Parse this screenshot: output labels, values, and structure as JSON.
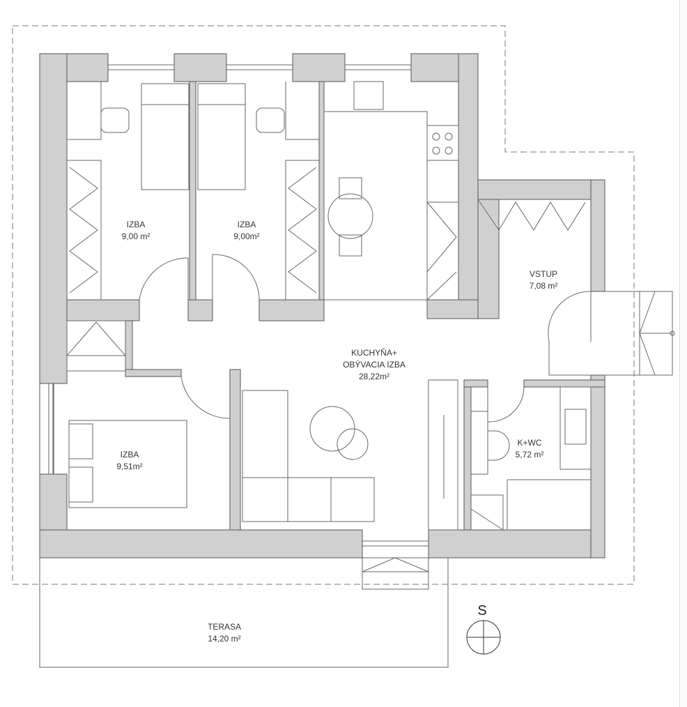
{
  "rooms": [
    {
      "name": "IZBA",
      "area": "9,00 m²"
    },
    {
      "name": "IZBA",
      "area": "9,00m²"
    },
    {
      "name": "KUCHYŇA+",
      "name2": "OBÝVACIA IZBA",
      "area": "28,22m²"
    },
    {
      "name": "VSTUP",
      "area": "7,08 m²"
    },
    {
      "name": "IZBA",
      "area": "9,51m²"
    },
    {
      "name": "K+WC",
      "area": "5,72 m²"
    },
    {
      "name": "TERASA",
      "area": "14,20 m²"
    }
  ],
  "compass": {
    "label": "S"
  },
  "colors": {
    "wall": "#d0d0d0",
    "line": "#666666"
  }
}
